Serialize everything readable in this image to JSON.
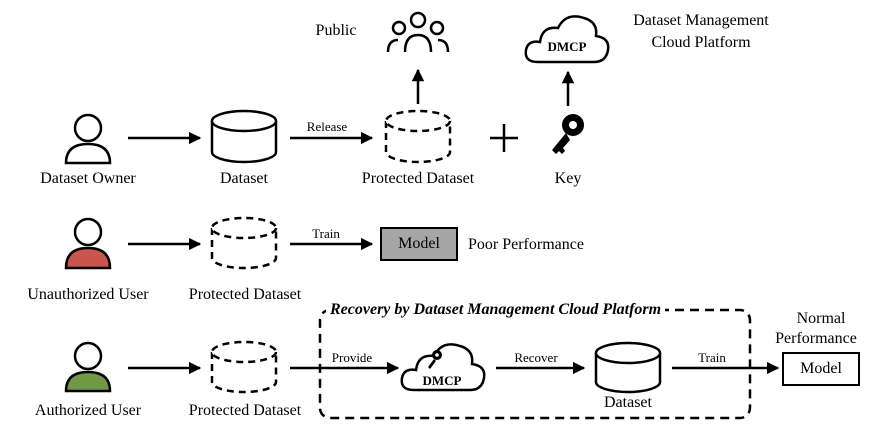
{
  "row1": {
    "owner_label": "Dataset Owner",
    "dataset_label": "Dataset",
    "release_label": "Release",
    "protected_label": "Protected Dataset",
    "key_label": "Key",
    "public_label": "Public",
    "cloud_text": "DMCP",
    "cloud_title_line1": "Dataset Management",
    "cloud_title_line2": "Cloud Platform"
  },
  "row2": {
    "user_label": "Unauthorized User",
    "protected_label": "Protected Dataset",
    "train_label": "Train",
    "model_label": "Model",
    "result_label": "Poor Performance"
  },
  "row3": {
    "user_label": "Authorized User",
    "protected_label": "Protected Dataset",
    "recovery_title": "Recovery by Dataset Management Cloud Platform",
    "provide_label": "Provide",
    "cloud_text": "DMCP",
    "recover_label": "Recover",
    "dataset_label": "Dataset",
    "train_label": "Train",
    "model_label": "Model",
    "result_line1": "Normal",
    "result_line2": "Performance"
  },
  "colors": {
    "unauthorized_user": "#c9564c",
    "authorized_user": "#6f9a45",
    "poor_model_fill": "#a6a6a6"
  }
}
